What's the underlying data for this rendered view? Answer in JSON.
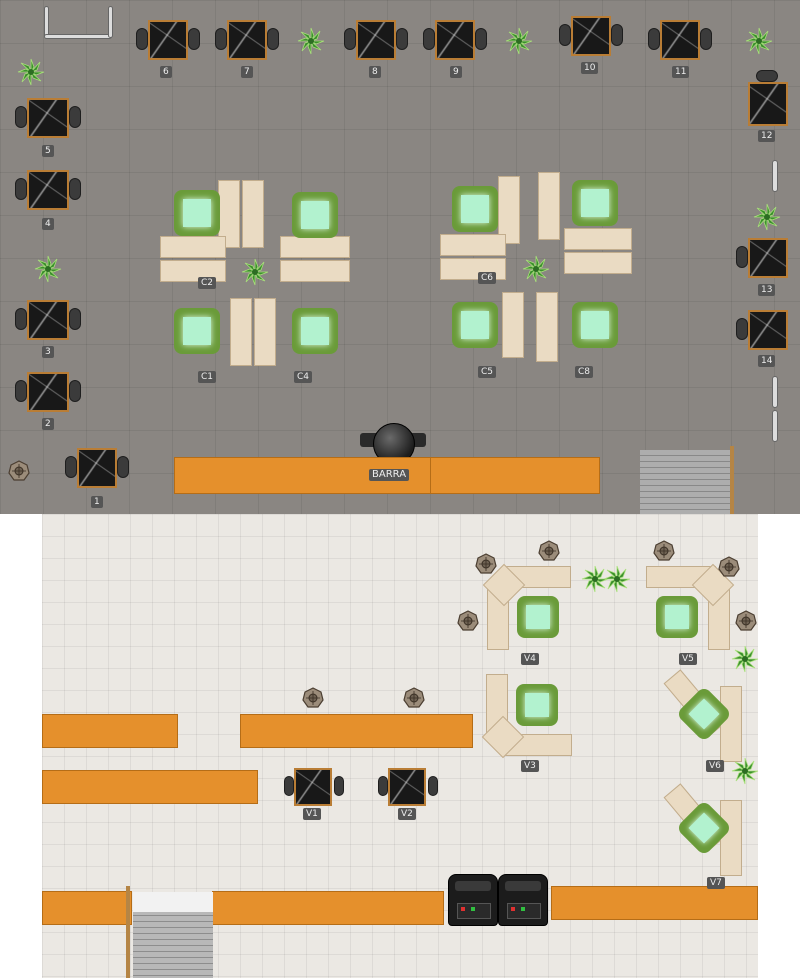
{
  "tables": {
    "t1": "1",
    "t2": "2",
    "t3": "3",
    "t4": "4",
    "t5": "5",
    "t6": "6",
    "t7": "7",
    "t8": "8",
    "t9": "9",
    "t10": "10",
    "t11": "11",
    "t12": "12",
    "t13": "13",
    "t14": "14",
    "v1": "V1",
    "v2": "V2"
  },
  "booths": {
    "c2": "C2",
    "c1": "C1",
    "c4": "C4",
    "c6": "C6",
    "c5": "C5",
    "c8": "C8",
    "v3": "V3",
    "v4": "V4",
    "v5": "V5",
    "v6": "V6",
    "v7": "V7"
  },
  "bar": {
    "label": "BARRA"
  },
  "colors": {
    "floor_top": "#8a8682",
    "floor_bottom": "#ebe8e3",
    "counter": "#e5902c",
    "booth": "#eadbc3",
    "booth_table": "#6a9b39",
    "table_top": "#181818",
    "table_rim": "#b97d35",
    "plant": "#3c8f2e",
    "tag": "#555555"
  },
  "icons": [
    "plant-icon",
    "stool-icon",
    "chair-icon",
    "machine-icon"
  ]
}
